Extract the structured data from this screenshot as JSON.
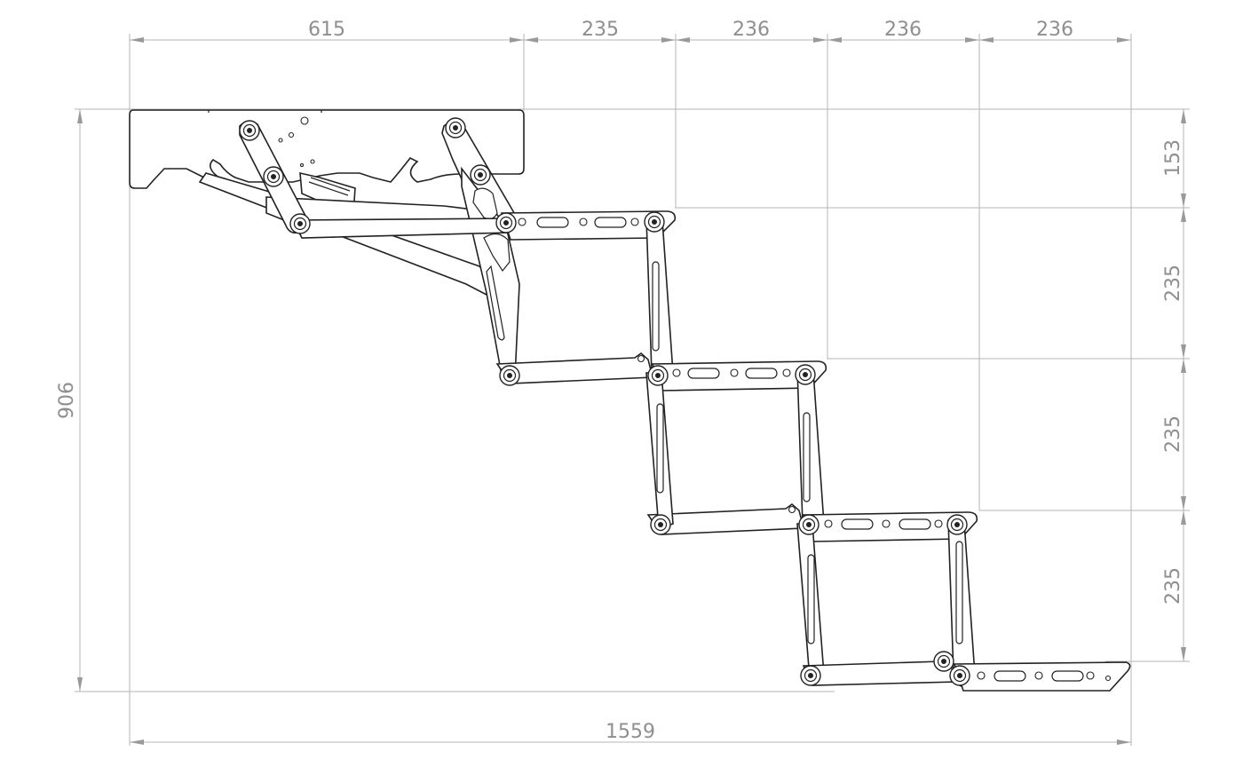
{
  "drawing": {
    "colors": {
      "dimension": "#9a9a9a",
      "outline": "#222222",
      "background": "#ffffff"
    },
    "dimensions": {
      "top_segments": [
        "615",
        "235",
        "236",
        "236",
        "236"
      ],
      "right_segments": [
        "153",
        "235",
        "235",
        "235"
      ],
      "total_width": "1559",
      "total_height": "906"
    }
  }
}
